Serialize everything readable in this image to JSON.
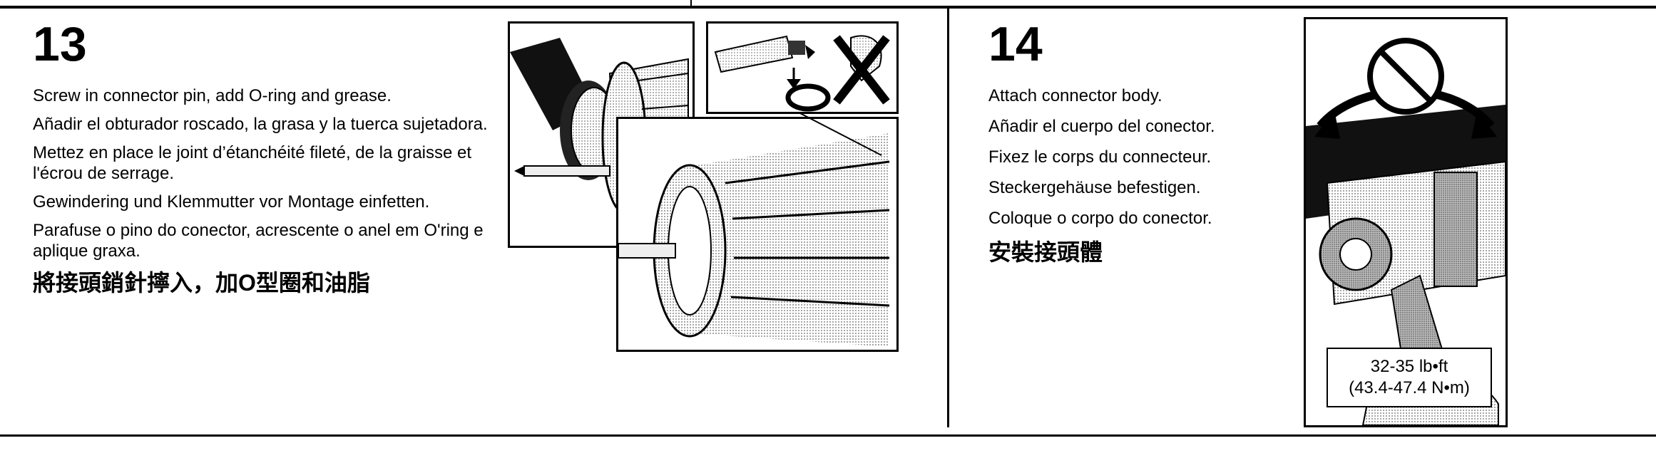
{
  "step13": {
    "number": "13",
    "lines": [
      "Screw in connector pin, add O-ring and grease.",
      "Añadir el obturador roscado, la grasa y la tuerca sujetadora.",
      "Mettez en place le joint d’étanchéité fileté, de la graisse et l'écrou de serrage.",
      "Gewindering und Klemmutter vor Montage einfetten.",
      "Parafuse o pino do conector, acrescente o anel em O'ring e aplique  graxa."
    ],
    "chinese": "將接頭銷針擰入，加O型圈和油脂"
  },
  "step14": {
    "number": "14",
    "lines": [
      "Attach connector body.",
      "Añadir el cuerpo del conector.",
      "Fixez le corps du connecteur.",
      "Steckergehäuse befestigen.",
      "Coloque o corpo do conector."
    ],
    "chinese": "安裝接頭體",
    "torque": {
      "imperial": "32-35 lb•ft",
      "metric": "(43.4-47.4 N•m)"
    }
  }
}
